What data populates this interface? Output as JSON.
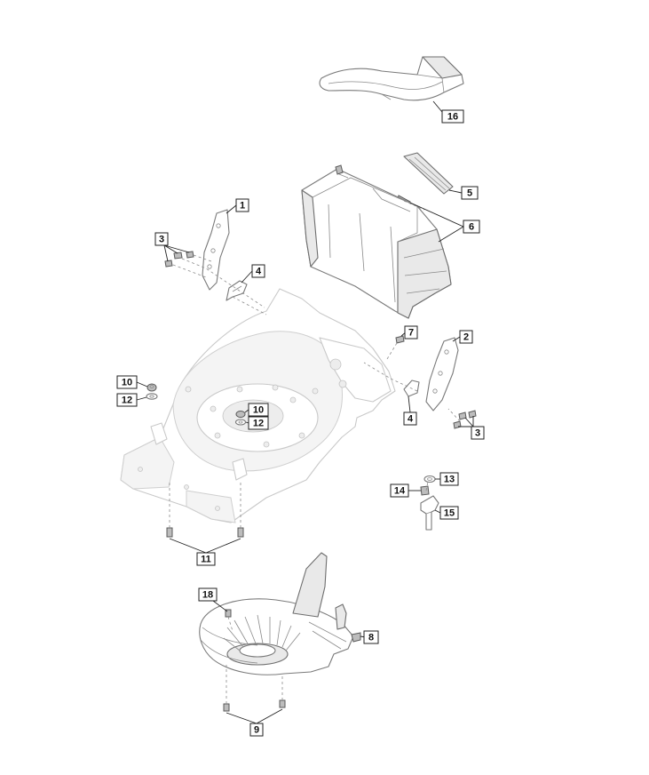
{
  "callouts": {
    "c1": "1",
    "c2": "2",
    "c3a": "3",
    "c3b": "3",
    "c4a": "4",
    "c4b": "4",
    "c5": "5",
    "c6": "6",
    "c7": "7",
    "c8": "8",
    "c9": "9",
    "c10a": "10",
    "c10b": "10",
    "c11": "11",
    "c12a": "12",
    "c12b": "12",
    "c13": "13",
    "c14": "14",
    "c15": "15",
    "c16": "16",
    "c18": "18"
  }
}
